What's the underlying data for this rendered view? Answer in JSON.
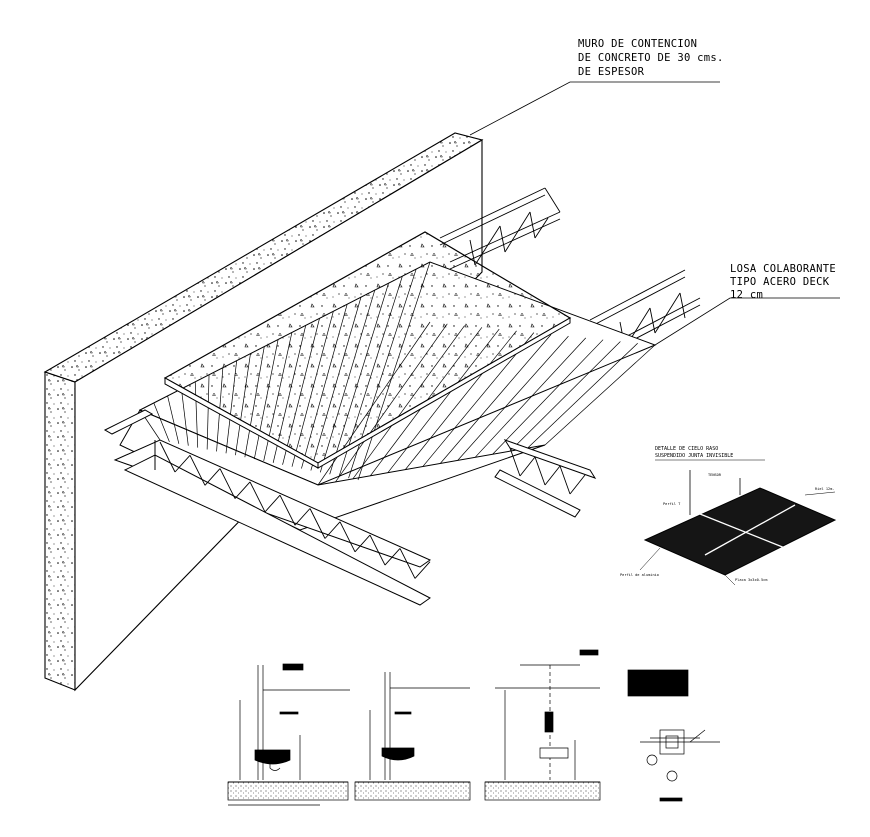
{
  "wall_label": {
    "line1": "MURO DE CONTENCION",
    "line2": "DE CONCRETO DE 30 cms.",
    "line3": "DE ESPESOR"
  },
  "slab_label": {
    "line1": "LOSA COLABORANTE",
    "line2": "TIPO ACERO DECK",
    "line3": "12 cm"
  },
  "ceiling_detail": {
    "title_line1": "DETALLE DE CIELO RASO",
    "title_line2": "SUSPENDIDO JUNTA INVISIBLE",
    "labels": [
      "TENSOR",
      "Riel 12m.",
      "Perfil T",
      "Perfil de aluminio",
      "Placa 3x3x0.5cm"
    ]
  },
  "colors": {
    "ink": "#000000",
    "paper": "#ffffff",
    "ceiling_fill": "#151515"
  }
}
